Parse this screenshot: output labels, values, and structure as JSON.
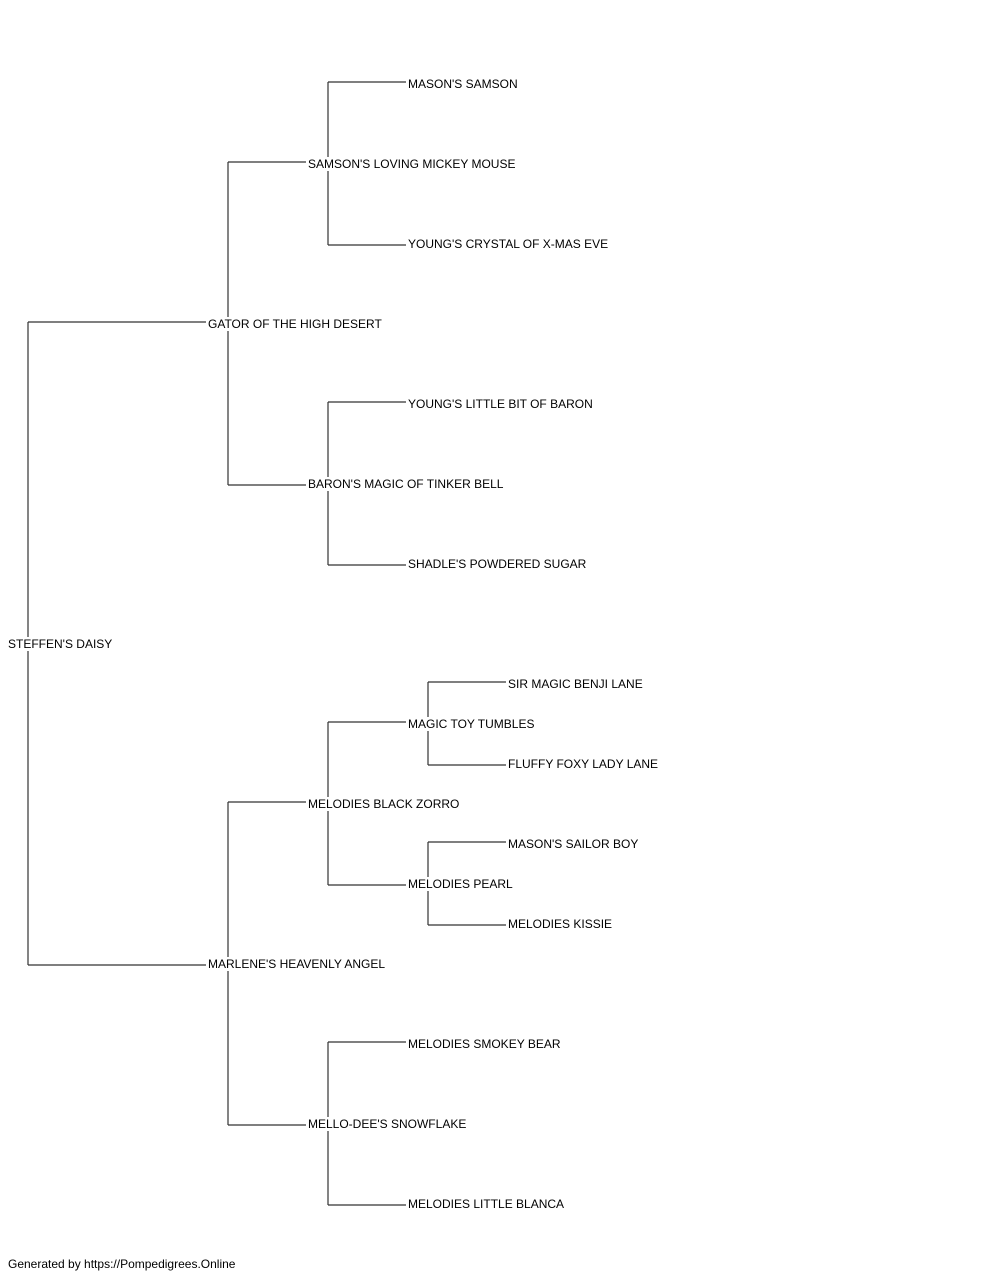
{
  "pedigree": {
    "subject": "STEFFEN'S DAISY",
    "sire": {
      "name": "GATOR OF THE HIGH DESERT",
      "sire": {
        "name": "SAMSON'S LOVING MICKEY MOUSE",
        "sire": {
          "name": "MASON'S SAMSON"
        },
        "dam": {
          "name": "YOUNG'S CRYSTAL OF X-MAS EVE"
        }
      },
      "dam": {
        "name": "BARON'S MAGIC OF TINKER BELL",
        "sire": {
          "name": "YOUNG'S LITTLE BIT OF BARON"
        },
        "dam": {
          "name": "SHADLE'S POWDERED SUGAR"
        }
      }
    },
    "dam": {
      "name": "MARLENE'S HEAVENLY ANGEL",
      "sire": {
        "name": "MELODIES BLACK ZORRO",
        "sire": {
          "name": "MAGIC TOY TUMBLES",
          "sire": {
            "name": "SIR MAGIC BENJI LANE"
          },
          "dam": {
            "name": "FLUFFY FOXY LADY LANE"
          }
        },
        "dam": {
          "name": "MELODIES PEARL",
          "sire": {
            "name": "MASON'S SAILOR BOY"
          },
          "dam": {
            "name": "MELODIES KISSIE"
          }
        }
      },
      "dam": {
        "name": "MELLO-DEE'S SNOWFLAKE",
        "sire": {
          "name": "MELODIES SMOKEY BEAR"
        },
        "dam": {
          "name": "MELODIES LITTLE BLANCA"
        }
      }
    }
  },
  "footer": "Generated by https://Pompedigrees.Online",
  "colors": {
    "line": "#333333",
    "text": "#000000",
    "background": "#ffffff"
  }
}
